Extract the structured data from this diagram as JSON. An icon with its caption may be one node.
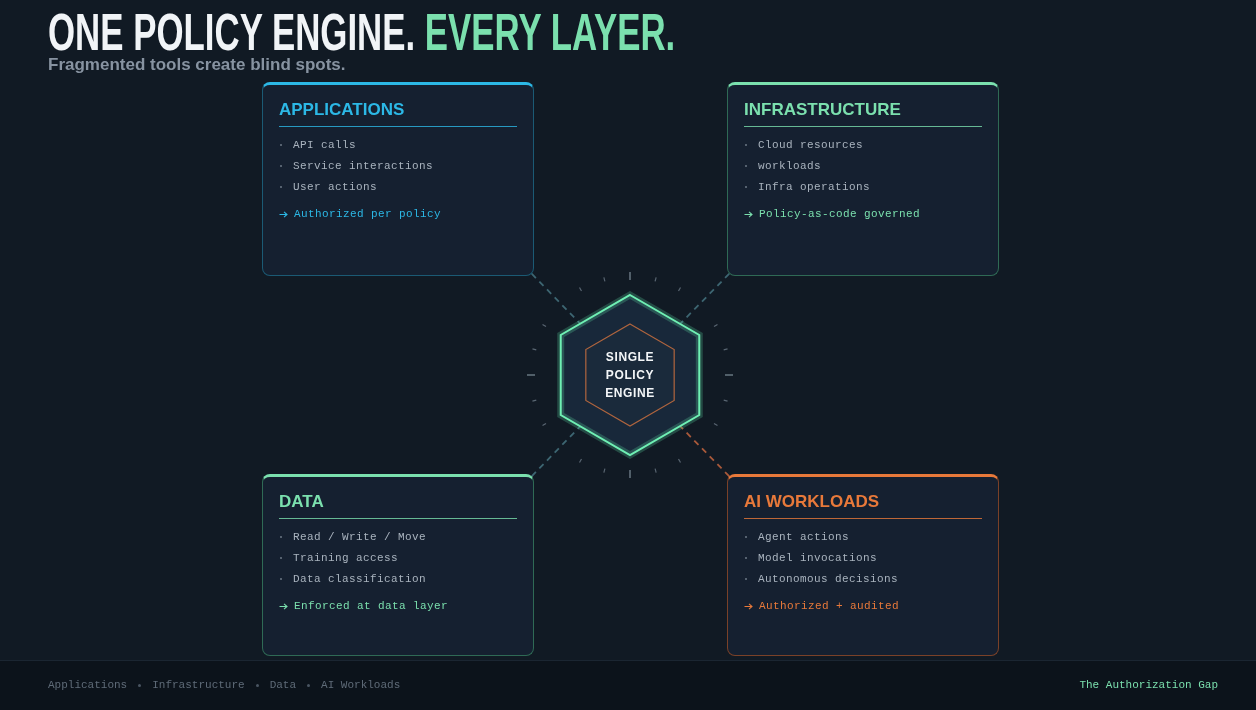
{
  "diagram": {
    "title": "ONE POLICY ENGINE. **EVERY LAYER.**",
    "nodes": [
      {
        "text": [
          "APPLICATIONS",
          "API calls",
          "Service interactions",
          "User actions",
          "Authorized per policy"
        ]
      },
      {
        "text": [
          "INFRASTRUCTURE",
          "Cloud resources",
          "workloads",
          "Infra operations",
          "Policy-as-code governed"
        ]
      },
      {
        "text": [
          "DATA",
          "Read / Write / Move",
          "Training access",
          "Data classification",
          "Enforced at data layer"
        ]
      },
      {
        "text": [
          "AI WORKLOADS",
          "Agent actions",
          "Model invocations",
          "Autonomous decisions",
          "Authorized + audited"
        ]
      },
      {
        "text": [
          "SINGLE POLICY ENGINE"
        ]
      }
    ],
    "edges": [
      {
        "from": 0,
        "to": 4,
        "arrow": "none",
        "style": "dashed"
      },
      {
        "from": 1,
        "to": 4,
        "arrow": "none",
        "style": "dashed"
      },
      {
        "from": 2,
        "to": 4,
        "arrow": "none",
        "style": "dashed"
      },
      {
        "from": 3,
        "to": 4,
        "arrow": "none",
        "style": "dashed",
        "color": "#a9593a"
      }
    ],
    "labels": [
      "Fragmented tools create blind spots.",
      "Applications",
      "Infrastructure",
      "Data",
      "AI Workloads",
      "The Authorization Gap"
    ]
  }
}
